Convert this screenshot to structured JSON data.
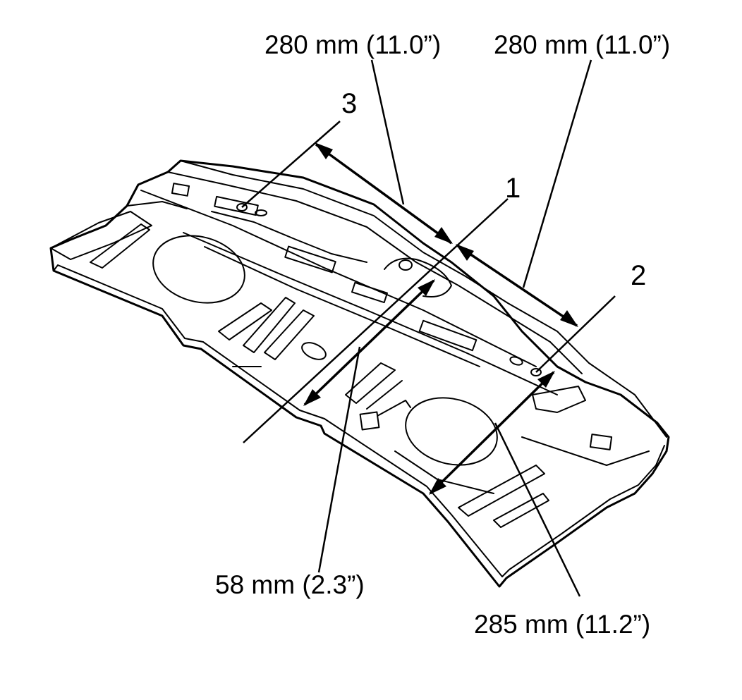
{
  "callouts": {
    "item_1": "1",
    "item_2": "2",
    "item_3": "3"
  },
  "dimensions": {
    "left_280": "280 mm (11.0”)",
    "right_280": "280 mm (11.0”)",
    "d58": "58 mm (2.3”)",
    "d285": "285 mm (11.2”)"
  }
}
